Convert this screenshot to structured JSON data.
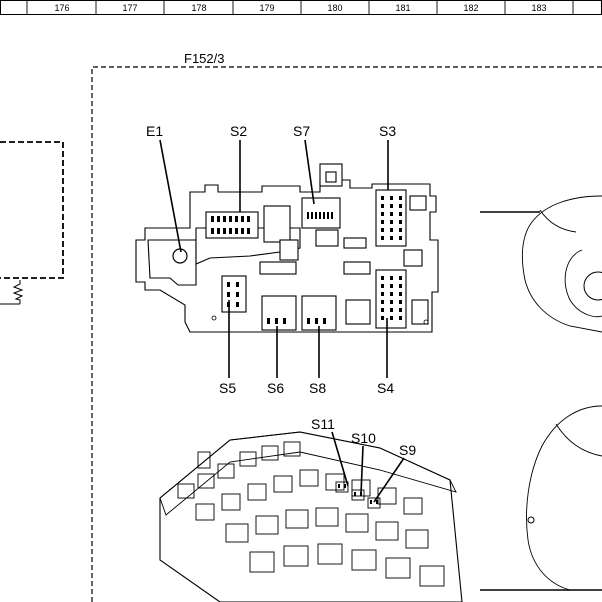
{
  "grid": {
    "columns": [
      "176",
      "177",
      "178",
      "179",
      "180",
      "181",
      "182",
      "183"
    ]
  },
  "diagram": {
    "reference": "F152/3",
    "callouts": [
      {
        "id": "e1",
        "label": "E1"
      },
      {
        "id": "s2",
        "label": "S2"
      },
      {
        "id": "s7",
        "label": "S7"
      },
      {
        "id": "s3",
        "label": "S3"
      },
      {
        "id": "s5",
        "label": "S5"
      },
      {
        "id": "s6",
        "label": "S6"
      },
      {
        "id": "s8",
        "label": "S8"
      },
      {
        "id": "s4",
        "label": "S4"
      },
      {
        "id": "s11",
        "label": "S11"
      },
      {
        "id": "s10",
        "label": "S10"
      },
      {
        "id": "s9",
        "label": "S9"
      }
    ]
  }
}
